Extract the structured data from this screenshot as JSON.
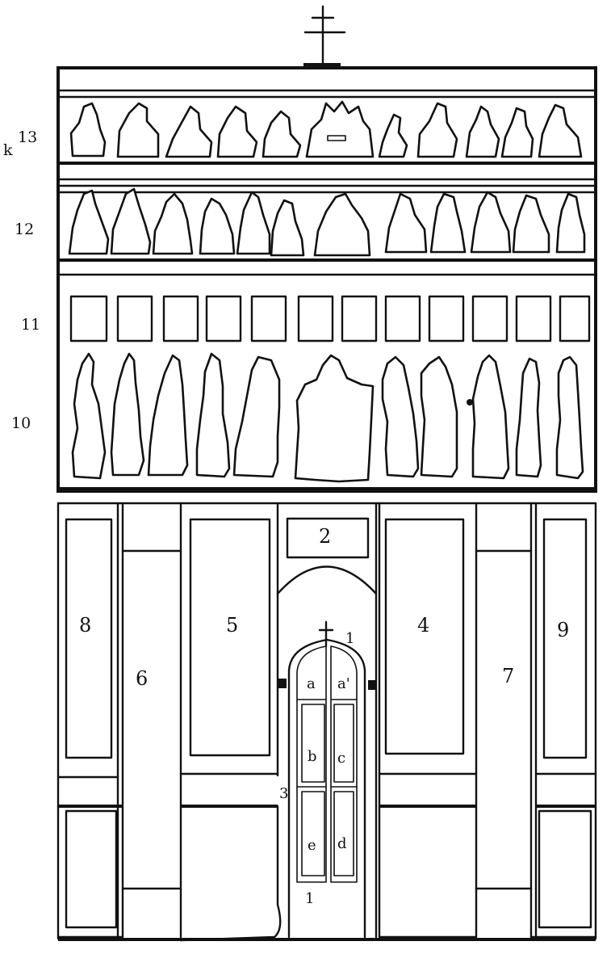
{
  "row_labels": {
    "r13": "13",
    "r12": "12",
    "r11": "11",
    "r10": "10"
  },
  "margin_mark": "k",
  "panel_labels": {
    "p1_top": "1",
    "p1_bottom": "1",
    "p2": "2",
    "p3": "3",
    "p4": "4",
    "p5": "5",
    "p6": "6",
    "p7": "7",
    "p8": "8",
    "p9": "9"
  },
  "door_labels": {
    "a": "a",
    "a_prime": "a'",
    "b": "b",
    "c": "c",
    "d": "d",
    "e": "e"
  }
}
